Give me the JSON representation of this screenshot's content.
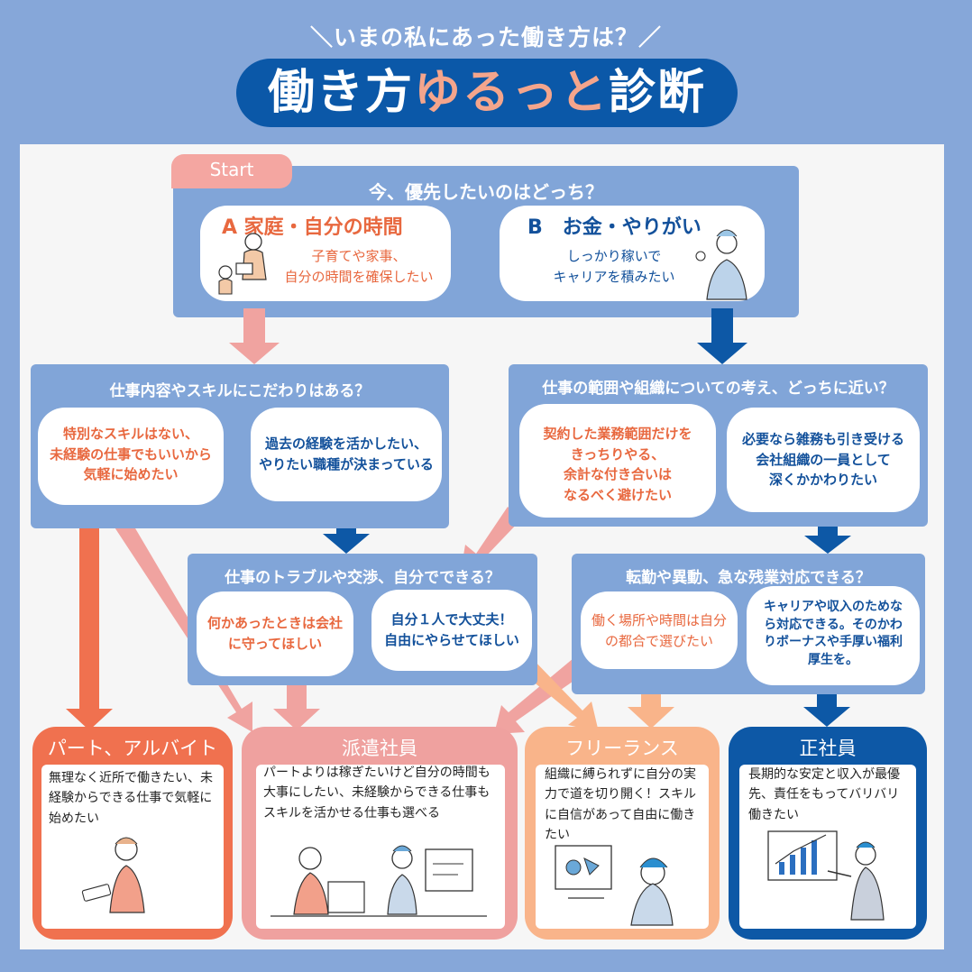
{
  "header": {
    "subtitle": "＼いまの私にあった働き方は？／",
    "title_part1": "働き方",
    "title_part2": "ゆるっと",
    "title_part3": "診断"
  },
  "start": {
    "label": "Start",
    "question": "今、優先したいのはどっち？",
    "option_a": {
      "title": "A 家庭・自分の時間",
      "line1": "子育てや家事、",
      "line2": "自分の時間を確保したい"
    },
    "option_b": {
      "title": "B　お金・やりがい",
      "line1": "しっかり稼いで",
      "line2": "キャリアを積みたい"
    }
  },
  "q_left": {
    "question": "仕事内容やスキルにこだわりはある？",
    "opt1": {
      "line1": "特別なスキルはない、",
      "line2": "未経験の仕事でもいいから",
      "line3": "気軽に始めたい"
    },
    "opt2": {
      "line1": "過去の経験を活かしたい、",
      "line2": "やりたい職種が決まっている"
    }
  },
  "q_right": {
    "question": "仕事の範囲や組織についての考え、どっちに近い？",
    "opt1": {
      "line1": "契約した業務範囲だけを",
      "line2": "きっちりやる、",
      "line3": "余計な付き合いは",
      "line4": "なるべく避けたい"
    },
    "opt2": {
      "line1": "必要なら雑務も引き受ける",
      "line2": "会社組織の一員として",
      "line3": "深くかかわりたい"
    }
  },
  "q_mid_left": {
    "question": "仕事のトラブルや交渉、自分でできる？",
    "opt1": {
      "line1": "何かあったときは会社",
      "line2": "に守ってほしい"
    },
    "opt2": {
      "line1": "自分１人で大丈夫！",
      "line2": "自由にやらせてほしい"
    }
  },
  "q_mid_right": {
    "question": "転勤や異動、急な残業対応できる？",
    "opt1": {
      "line1": "働く場所や時間は自分",
      "line2": "の都合で選びたい"
    },
    "opt2": {
      "line1": "キャリアや収入のためな",
      "line2": "ら対応できる。そのかわ",
      "line3": "りボーナスや手厚い福利",
      "line4": "厚生を。"
    }
  },
  "results": {
    "part": {
      "title": "パート、アルバイト",
      "desc": "無理なく近所で働きたい、未経験からできる仕事で気軽に始めたい"
    },
    "haken": {
      "title": "派遣社員",
      "desc": "パートよりは稼ぎたいけど自分の時間も大事にしたい、未経験からできる仕事もスキルを活かせる仕事も選べる"
    },
    "freelance": {
      "title": "フリーランス",
      "desc": "組織に縛られずに自分の実力で道を切り開く！スキルに自信があって自由に働きたい"
    },
    "seishain": {
      "title": "正社員",
      "desc": "長期的な安定と収入が最優先、責任をもってバリバリ働きたい"
    }
  },
  "colors": {
    "background": "#86a7d9",
    "navy": "#0b58a8",
    "question_box": "#81a5d8",
    "pink_arrow": "#f0a3a0",
    "orange_red": "#f0714f",
    "peach": "#f9b48a",
    "dark_blue": "#0d58a6"
  }
}
